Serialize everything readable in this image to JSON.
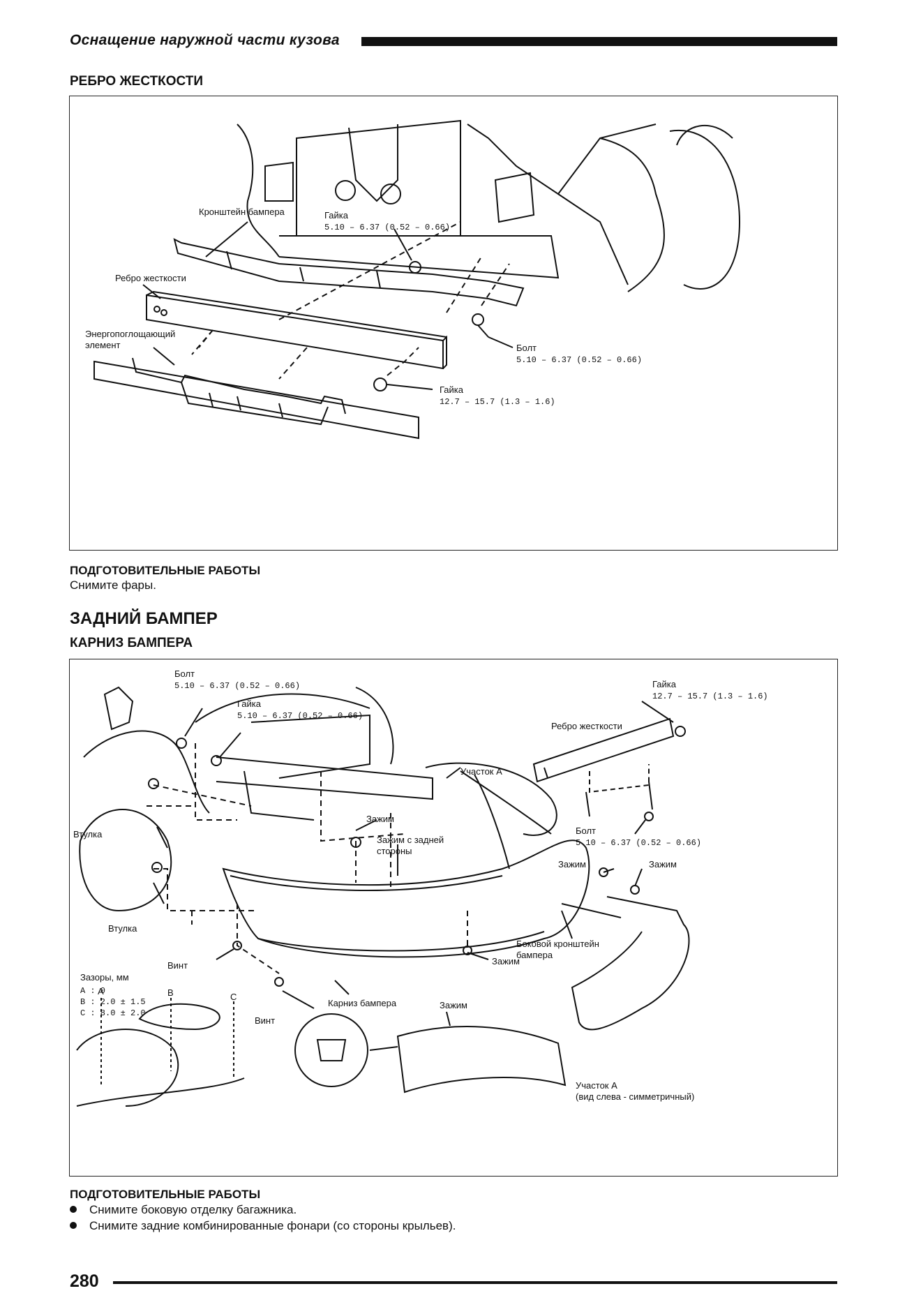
{
  "header": {
    "title": "Оснащение наружной части кузова"
  },
  "section1": {
    "title": "РЕБРО ЖЕСТКОСТИ",
    "labels": {
      "nut1": "Гайка",
      "nut1_torque": "5.10 – 6.37 (0.52 – 0.66)",
      "bracket": "Кронштейн бампера",
      "rib": "Ребро жесткости",
      "absorber_1": "Энергопоглощающий",
      "absorber_2": "элемент",
      "bolt": "Болт",
      "bolt_torque": "5.10 – 6.37 (0.52 – 0.66)",
      "nut2": "Гайка",
      "nut2_torque": "12.7 – 15.7 (1.3 – 1.6)"
    },
    "prep_title": "ПОДГОТОВИТЕЛЬНЫЕ РАБОТЫ",
    "prep_text": "Снимите фары."
  },
  "section2": {
    "title": "ЗАДНИЙ БАМПЕР",
    "subtitle": "КАРНИЗ БАМПЕРА",
    "labels": {
      "bolt_top": "Болт",
      "bolt_top_torque": "5.10 – 6.37 (0.52 – 0.66)",
      "nut_top": "Гайка",
      "nut_top_torque": "5.10 – 6.37 (0.52 – 0.66)",
      "bushing1": "Втулка",
      "bushing2": "Втулка",
      "screw1": "Винт",
      "screw2": "Винт",
      "clip1": "Зажим",
      "clip_rear_1": "Зажим с задней",
      "clip_rear_2": "стороны",
      "area_a": "Участок А",
      "clip2": "Зажим",
      "fascia": "Карниз бампера",
      "gaps_title": "Зазоры, мм",
      "gap_a": "A : 0",
      "gap_b": "B : 2.0 ± 1.5",
      "gap_c": "C : 8.0 ± 2.0",
      "mark_a": "A",
      "mark_b": "B",
      "mark_c": "C",
      "nut_right": "Гайка",
      "nut_right_torque": "12.7 – 15.7 (1.3 – 1.6)",
      "rib_right": "Ребро жесткости",
      "bolt_right": "Болт",
      "bolt_right_torque": "5.10 – 6.37 (0.52 – 0.66)",
      "clip3": "Зажим",
      "clip4": "Зажим",
      "side_bracket_1": "Боковой кронштейн",
      "side_bracket_2": "бампера",
      "clip5": "Зажим",
      "area_a_view_1": "Участок А",
      "area_a_view_2": "(вид слева - симметричный)"
    },
    "prep_title": "ПОДГОТОВИТЕЛЬНЫЕ РАБОТЫ",
    "prep_items": [
      "Снимите боковую отделку багажника.",
      "Снимите задние комбинированные фонари (со стороны крыльев)."
    ]
  },
  "footer": {
    "page_number": "280"
  }
}
